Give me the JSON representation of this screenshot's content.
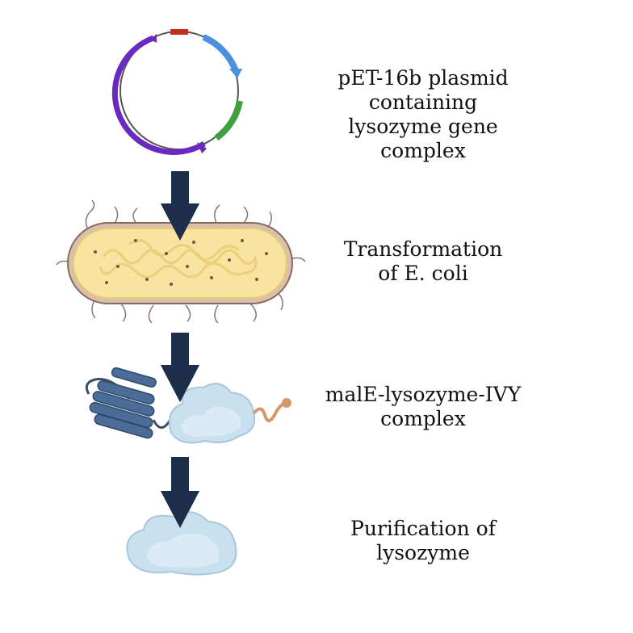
{
  "steps": [
    {
      "id": "plasmid",
      "lines": [
        "pET-16b plasmid",
        "containing",
        "lysozyme gene",
        "complex"
      ]
    },
    {
      "id": "transformation",
      "lines": [
        "Transformation",
        "of E. coli"
      ]
    },
    {
      "id": "fusion-complex",
      "lines": [
        "malE-lysozyme-IVY",
        "complex"
      ]
    },
    {
      "id": "purification",
      "lines": [
        "Purification of",
        "lysozyme"
      ]
    }
  ],
  "colors": {
    "arrow": "#1d2e4b",
    "plasmid_purple": "#6a2ac2",
    "plasmid_blue": "#4a90e0",
    "plasmid_green": "#3fa03f",
    "plasmid_red": "#c0321d",
    "cell_fill": "#f8e3a0",
    "cell_border": "#8a6a58",
    "protein_fill": "#c9e0ef",
    "membrane_protein": "#4a6c96",
    "tag": "#d6976a"
  },
  "icons": [
    "plasmid-icon",
    "ecoli-cell-icon",
    "membrane-protein-icon",
    "lysozyme-blob-icon",
    "down-arrow-icon"
  ]
}
